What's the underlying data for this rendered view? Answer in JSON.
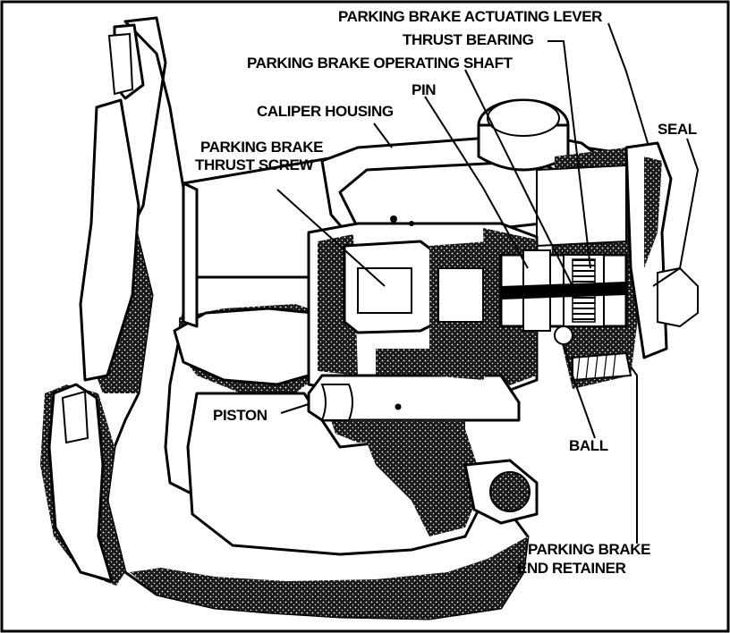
{
  "labels": {
    "actuating_lever": "PARKING BRAKE ACTUATING LEVER",
    "thrust_bearing": "THRUST BEARING",
    "operating_shaft": "PARKING BRAKE OPERATING SHAFT",
    "pin": "PIN",
    "caliper_housing": "CALIPER HOUSING",
    "seal": "SEAL",
    "thrust_screw_line1": "PARKING BRAKE",
    "thrust_screw_line2": "THRUST SCREW",
    "piston": "PISTON",
    "ball": "BALL",
    "end_retainer_line1": "PARKING BRAKE",
    "end_retainer_line2": "END RETAINER"
  }
}
